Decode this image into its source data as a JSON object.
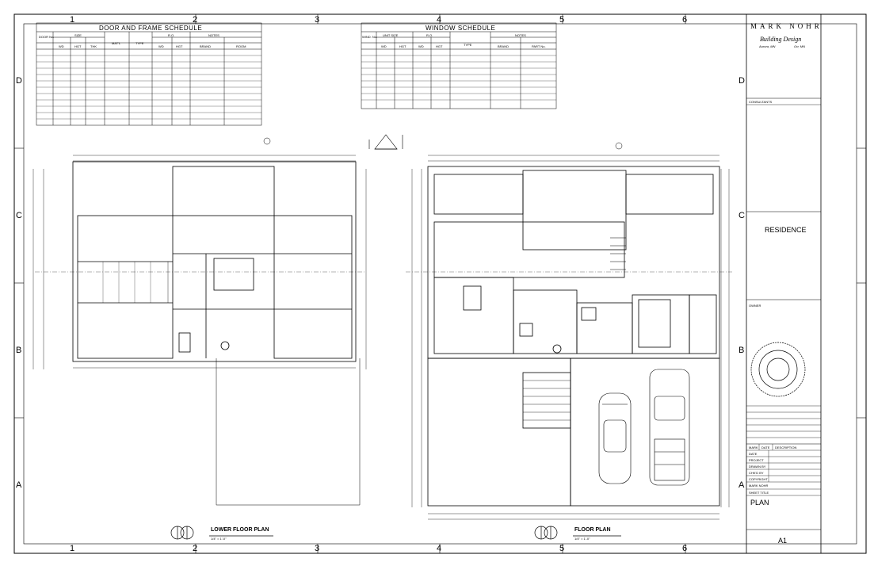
{
  "grid": {
    "columns": [
      "1",
      "2",
      "3",
      "4",
      "5",
      "6"
    ],
    "rows": [
      "D",
      "C",
      "B",
      "A"
    ]
  },
  "door_schedule": {
    "title": "DOOR AND FRAME SCHEDULE",
    "headers": {
      "door_no": "DOOR No.",
      "size": "SIZE",
      "wd": "WD",
      "hgt": "HGT",
      "thk": "THK",
      "matl": "MAT'L",
      "type": "TYPE",
      "ro": "R.O.",
      "ro_wd": "WD",
      "ro_hgt": "HGT",
      "notes": "NOTES",
      "brand": "BRAND",
      "room": "ROOM"
    }
  },
  "window_schedule": {
    "title": "WINDOW SCHEDULE",
    "headers": {
      "wind_no": "WIND. No.",
      "unit_size": "UNIT SIZE",
      "wd": "WD",
      "hgt": "HGT",
      "ro": "R.O.",
      "ro_wd": "WD",
      "ro_hgt": "HGT",
      "type": "TYPE",
      "notes": "NOTES",
      "brand": "BRAND",
      "part_no": "PART No."
    }
  },
  "title_block": {
    "company": "MARK NOHR",
    "subtitle": "Building Design",
    "city_left": "Aurora, MN",
    "city_right": "Orr, MN",
    "consultants": "CONSULTANTS",
    "project_name": "RESIDENCE",
    "owner": "OWNER",
    "mark": "MARK",
    "date_col": "DATE",
    "description": "DESCRIPTION",
    "date_label": "DATE",
    "project_label": "PROJECT",
    "drawn_by": "DRAWN BY",
    "chkd_by": "CHK'D BY",
    "copyright": "COPYRIGHT",
    "copyright_value": "MARK NOHR",
    "sheet_title_label": "SHEET TITLE",
    "sheet_title": "PLAN",
    "sheet_number": "A1"
  },
  "plans": {
    "lower_title": "LOWER FLOOR PLAN",
    "lower_scale": "1/4\" = 1'-0\"",
    "floor_title": "FLOOR PLAN",
    "floor_scale": "1/4\" = 1'-0\""
  }
}
